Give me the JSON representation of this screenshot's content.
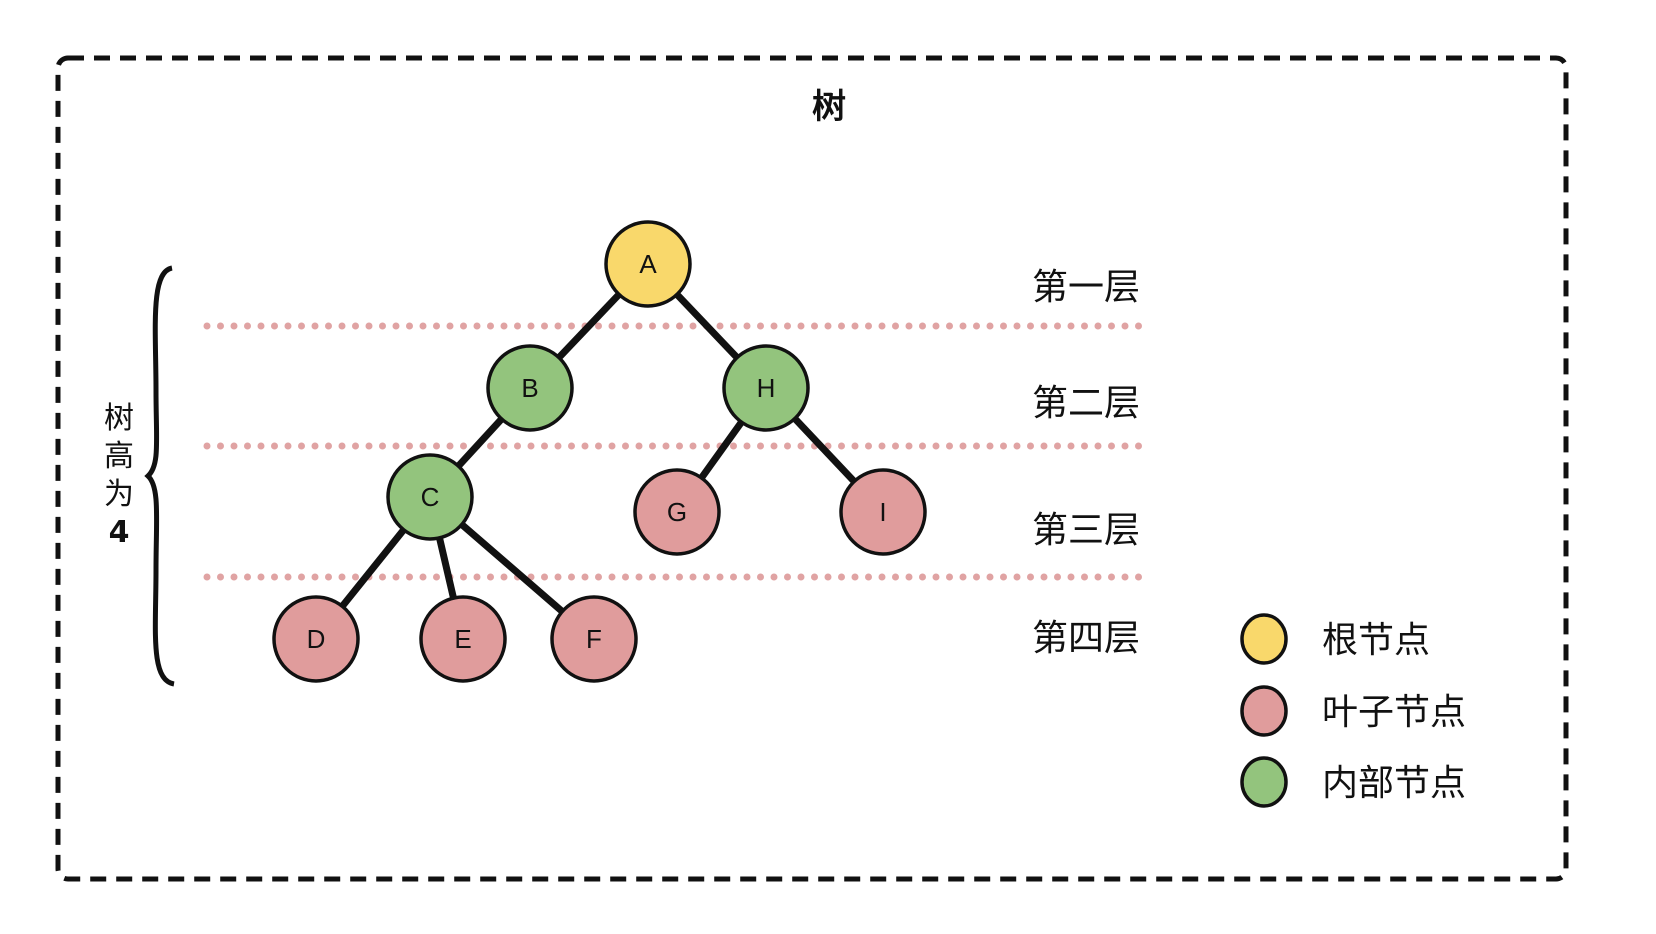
{
  "title": "树",
  "height_label": [
    "树",
    "高",
    "为",
    "4"
  ],
  "levels": [
    "第一层",
    "第二层",
    "第三层",
    "第四层"
  ],
  "colors": {
    "root": "#f9d86b",
    "leaf": "#e09c9c",
    "internal": "#93c47d",
    "divider": "#e0a3a3"
  },
  "nodes": [
    {
      "id": "A",
      "type": "root",
      "level": 1
    },
    {
      "id": "B",
      "type": "internal",
      "level": 2
    },
    {
      "id": "H",
      "type": "internal",
      "level": 2
    },
    {
      "id": "C",
      "type": "internal",
      "level": 3
    },
    {
      "id": "G",
      "type": "leaf",
      "level": 3
    },
    {
      "id": "I",
      "type": "leaf",
      "level": 3
    },
    {
      "id": "D",
      "type": "leaf",
      "level": 4
    },
    {
      "id": "E",
      "type": "leaf",
      "level": 4
    },
    {
      "id": "F",
      "type": "leaf",
      "level": 4
    }
  ],
  "edges": [
    [
      "A",
      "B"
    ],
    [
      "A",
      "H"
    ],
    [
      "B",
      "C"
    ],
    [
      "H",
      "G"
    ],
    [
      "H",
      "I"
    ],
    [
      "C",
      "D"
    ],
    [
      "C",
      "E"
    ],
    [
      "C",
      "F"
    ]
  ],
  "legend": [
    {
      "type": "root",
      "label": "根节点"
    },
    {
      "type": "leaf",
      "label": "叶子节点"
    },
    {
      "type": "internal",
      "label": "内部节点"
    }
  ]
}
